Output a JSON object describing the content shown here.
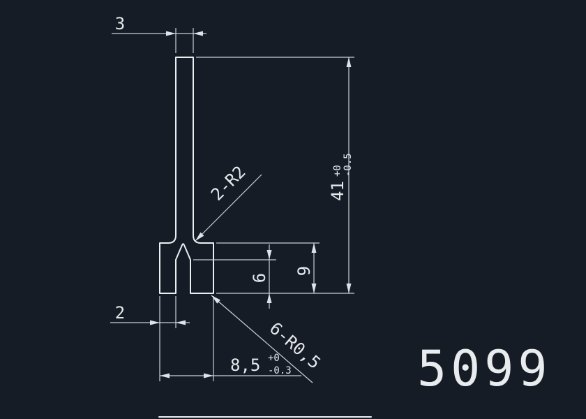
{
  "drawing": {
    "background": "#161c26",
    "line_color": "#eceff1",
    "part_number": "5099",
    "dims": {
      "stem_width": "3",
      "overall_height": "41",
      "overall_height_tol_upper": "+0",
      "overall_height_tol_lower": "-0.5",
      "fillet_callout": "2-R2",
      "base_height": "9",
      "slot_depth": "6",
      "prong_width": "2",
      "base_width": "8,5",
      "base_width_tol_upper": "+0",
      "base_width_tol_lower": "-0.3",
      "corner_fillet_callout": "6-R0,5"
    }
  }
}
